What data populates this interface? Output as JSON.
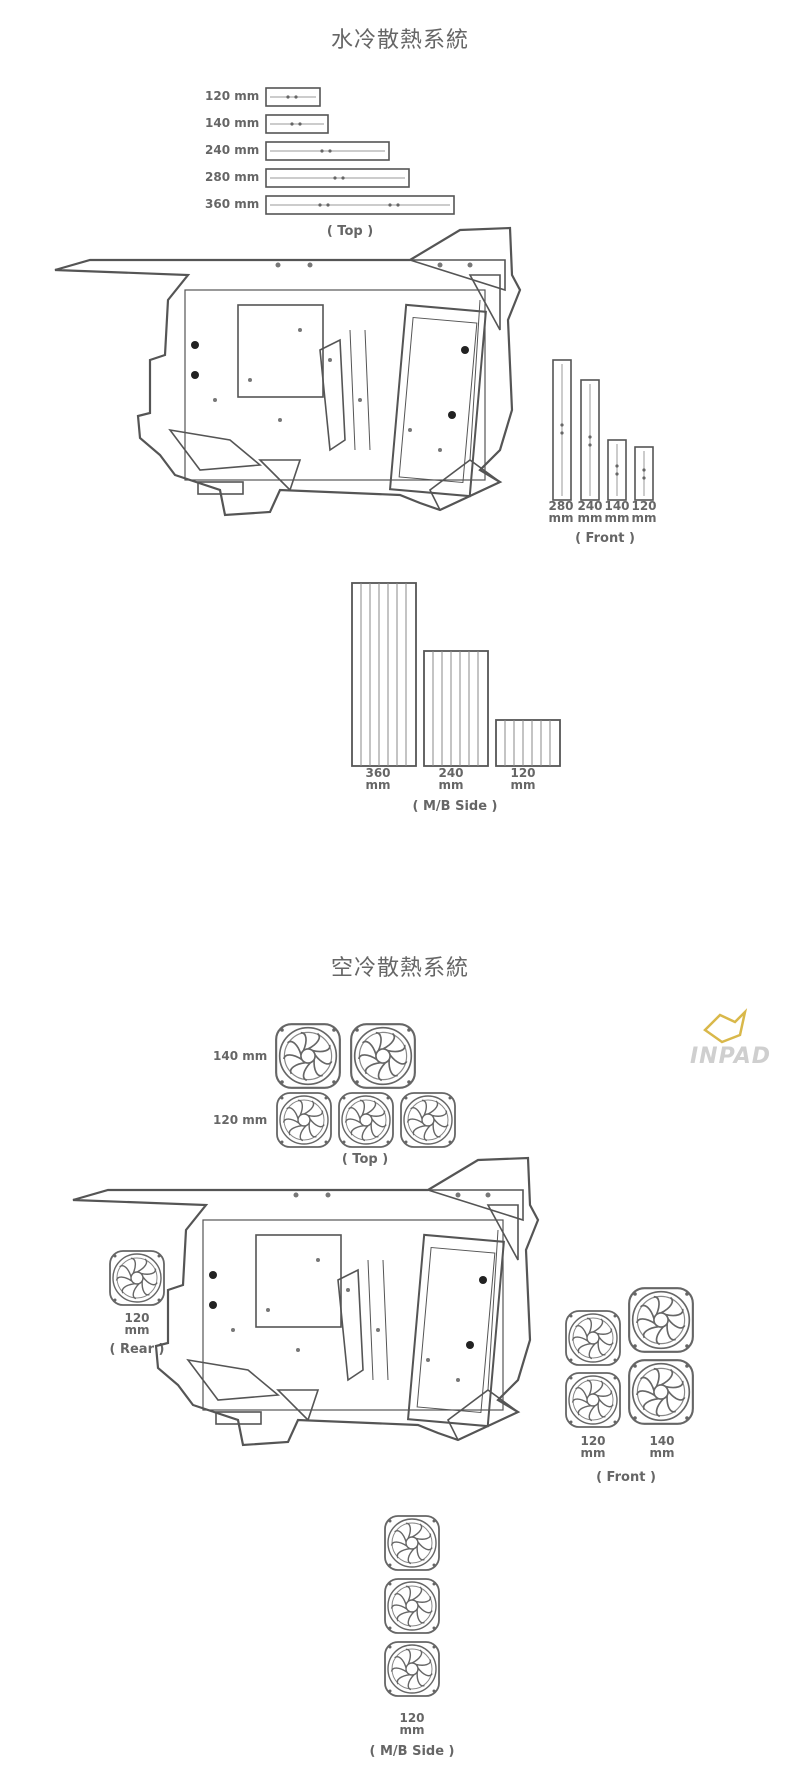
{
  "water": {
    "title": "水冷散熱系統",
    "top_sizes": [
      "120 mm",
      "140 mm",
      "240 mm",
      "280 mm",
      "360 mm"
    ],
    "top_caption": "( Top )",
    "front_sizes": [
      [
        "280",
        "mm"
      ],
      [
        "240",
        "mm"
      ],
      [
        "140",
        "mm"
      ],
      [
        "120",
        "mm"
      ]
    ],
    "front_caption": "( Front )",
    "mb_sizes": [
      [
        "360",
        "mm"
      ],
      [
        "240",
        "mm"
      ],
      [
        "120",
        "mm"
      ]
    ],
    "mb_caption": "( M/B Side )"
  },
  "air": {
    "title": "空冷散熱系統",
    "top_sizes": [
      "140 mm",
      "120 mm"
    ],
    "top_caption": "( Top )",
    "rear_size": [
      "120",
      "mm"
    ],
    "rear_caption": "( Rear )",
    "front_sizes": [
      [
        "120",
        "mm"
      ],
      [
        "140",
        "mm"
      ]
    ],
    "front_caption": "( Front )",
    "mb_size": [
      "120",
      "mm"
    ],
    "mb_caption": "( M/B Side )"
  },
  "watermark": "INPAD",
  "colors": {
    "line": "#555555",
    "text": "#666666",
    "watermark": "#cfcfcf",
    "accent": "#d9b84a"
  }
}
